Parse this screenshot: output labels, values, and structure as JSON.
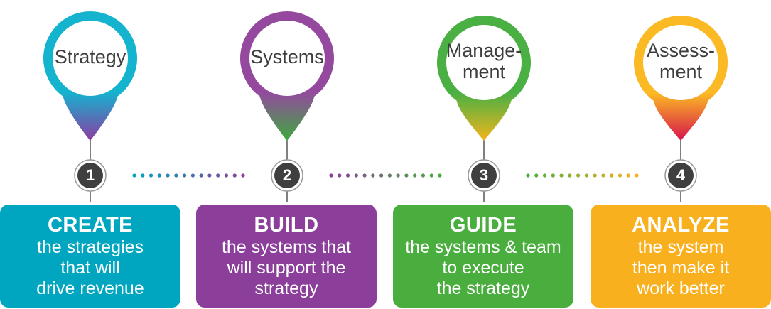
{
  "steps": [
    {
      "pin_lines": [
        "Strategy"
      ],
      "number": "1",
      "title": "CREATE",
      "desc": [
        "the strategies",
        "that will",
        "drive revenue"
      ],
      "card_color": "#00A6C0",
      "ring_top": "#14B4CF",
      "ring_bottom": "#8E4FA8",
      "tip_color": "#8A3CA3"
    },
    {
      "pin_lines": [
        "Systems"
      ],
      "number": "2",
      "title": "BUILD",
      "desc": [
        "the systems that",
        "will support the",
        "strategy"
      ],
      "card_color": "#8B3F9A",
      "ring_top": "#94499F",
      "ring_bottom": "#55A844",
      "tip_color": "#3FA83F"
    },
    {
      "pin_lines": [
        "Manage-",
        "ment"
      ],
      "number": "3",
      "title": "GUIDE",
      "desc": [
        "the systems & team",
        "to execute",
        "the strategy"
      ],
      "card_color": "#4AAE3E",
      "ring_top": "#4BB043",
      "ring_bottom": "#E8B325",
      "tip_color": "#F2B51D"
    },
    {
      "pin_lines": [
        "Assess-",
        "ment"
      ],
      "number": "4",
      "title": "ANALYZE",
      "desc": [
        "the system",
        "then make it",
        "work better"
      ],
      "card_color": "#F9B01E",
      "ring_top": "#FBB924",
      "ring_bottom": "#E8405C",
      "tip_color": "#D6144C"
    }
  ],
  "number_circle_color": "#3F3F3F",
  "connector_color": "#555555"
}
